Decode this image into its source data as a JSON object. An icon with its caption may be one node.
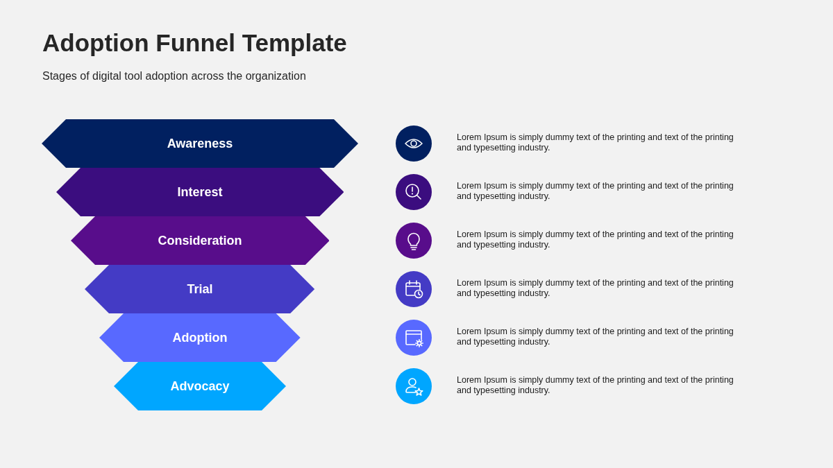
{
  "diagram": {
    "title": "Adoption Funnel Template",
    "nodes": [
      {
        "text": [
          "Awareness"
        ]
      },
      {
        "text": [
          "Interest"
        ]
      },
      {
        "text": [
          "Consideration"
        ]
      },
      {
        "text": [
          "Trial"
        ]
      },
      {
        "text": [
          "Adoption"
        ]
      },
      {
        "text": [
          "Advocacy"
        ]
      }
    ],
    "labels": [
      "Stages of digital tool adoption across the organization",
      "Lorem Ipsum is simply dummy text of the printing and text of the printing and typesetting industry.",
      "Lorem Ipsum is simply dummy text of the printing and text of the printing and typesetting industry.",
      "Lorem Ipsum is simply dummy text of the printing and text of the printing and typesetting industry.",
      "Lorem Ipsum is simply dummy text of the printing and text of the printing and typesetting industry.",
      "Lorem Ipsum is simply dummy text of the printing and text of the printing and typesetting industry.",
      "Lorem Ipsum is simply dummy text of the printing and text of the printing and typesetting industry."
    ]
  }
}
